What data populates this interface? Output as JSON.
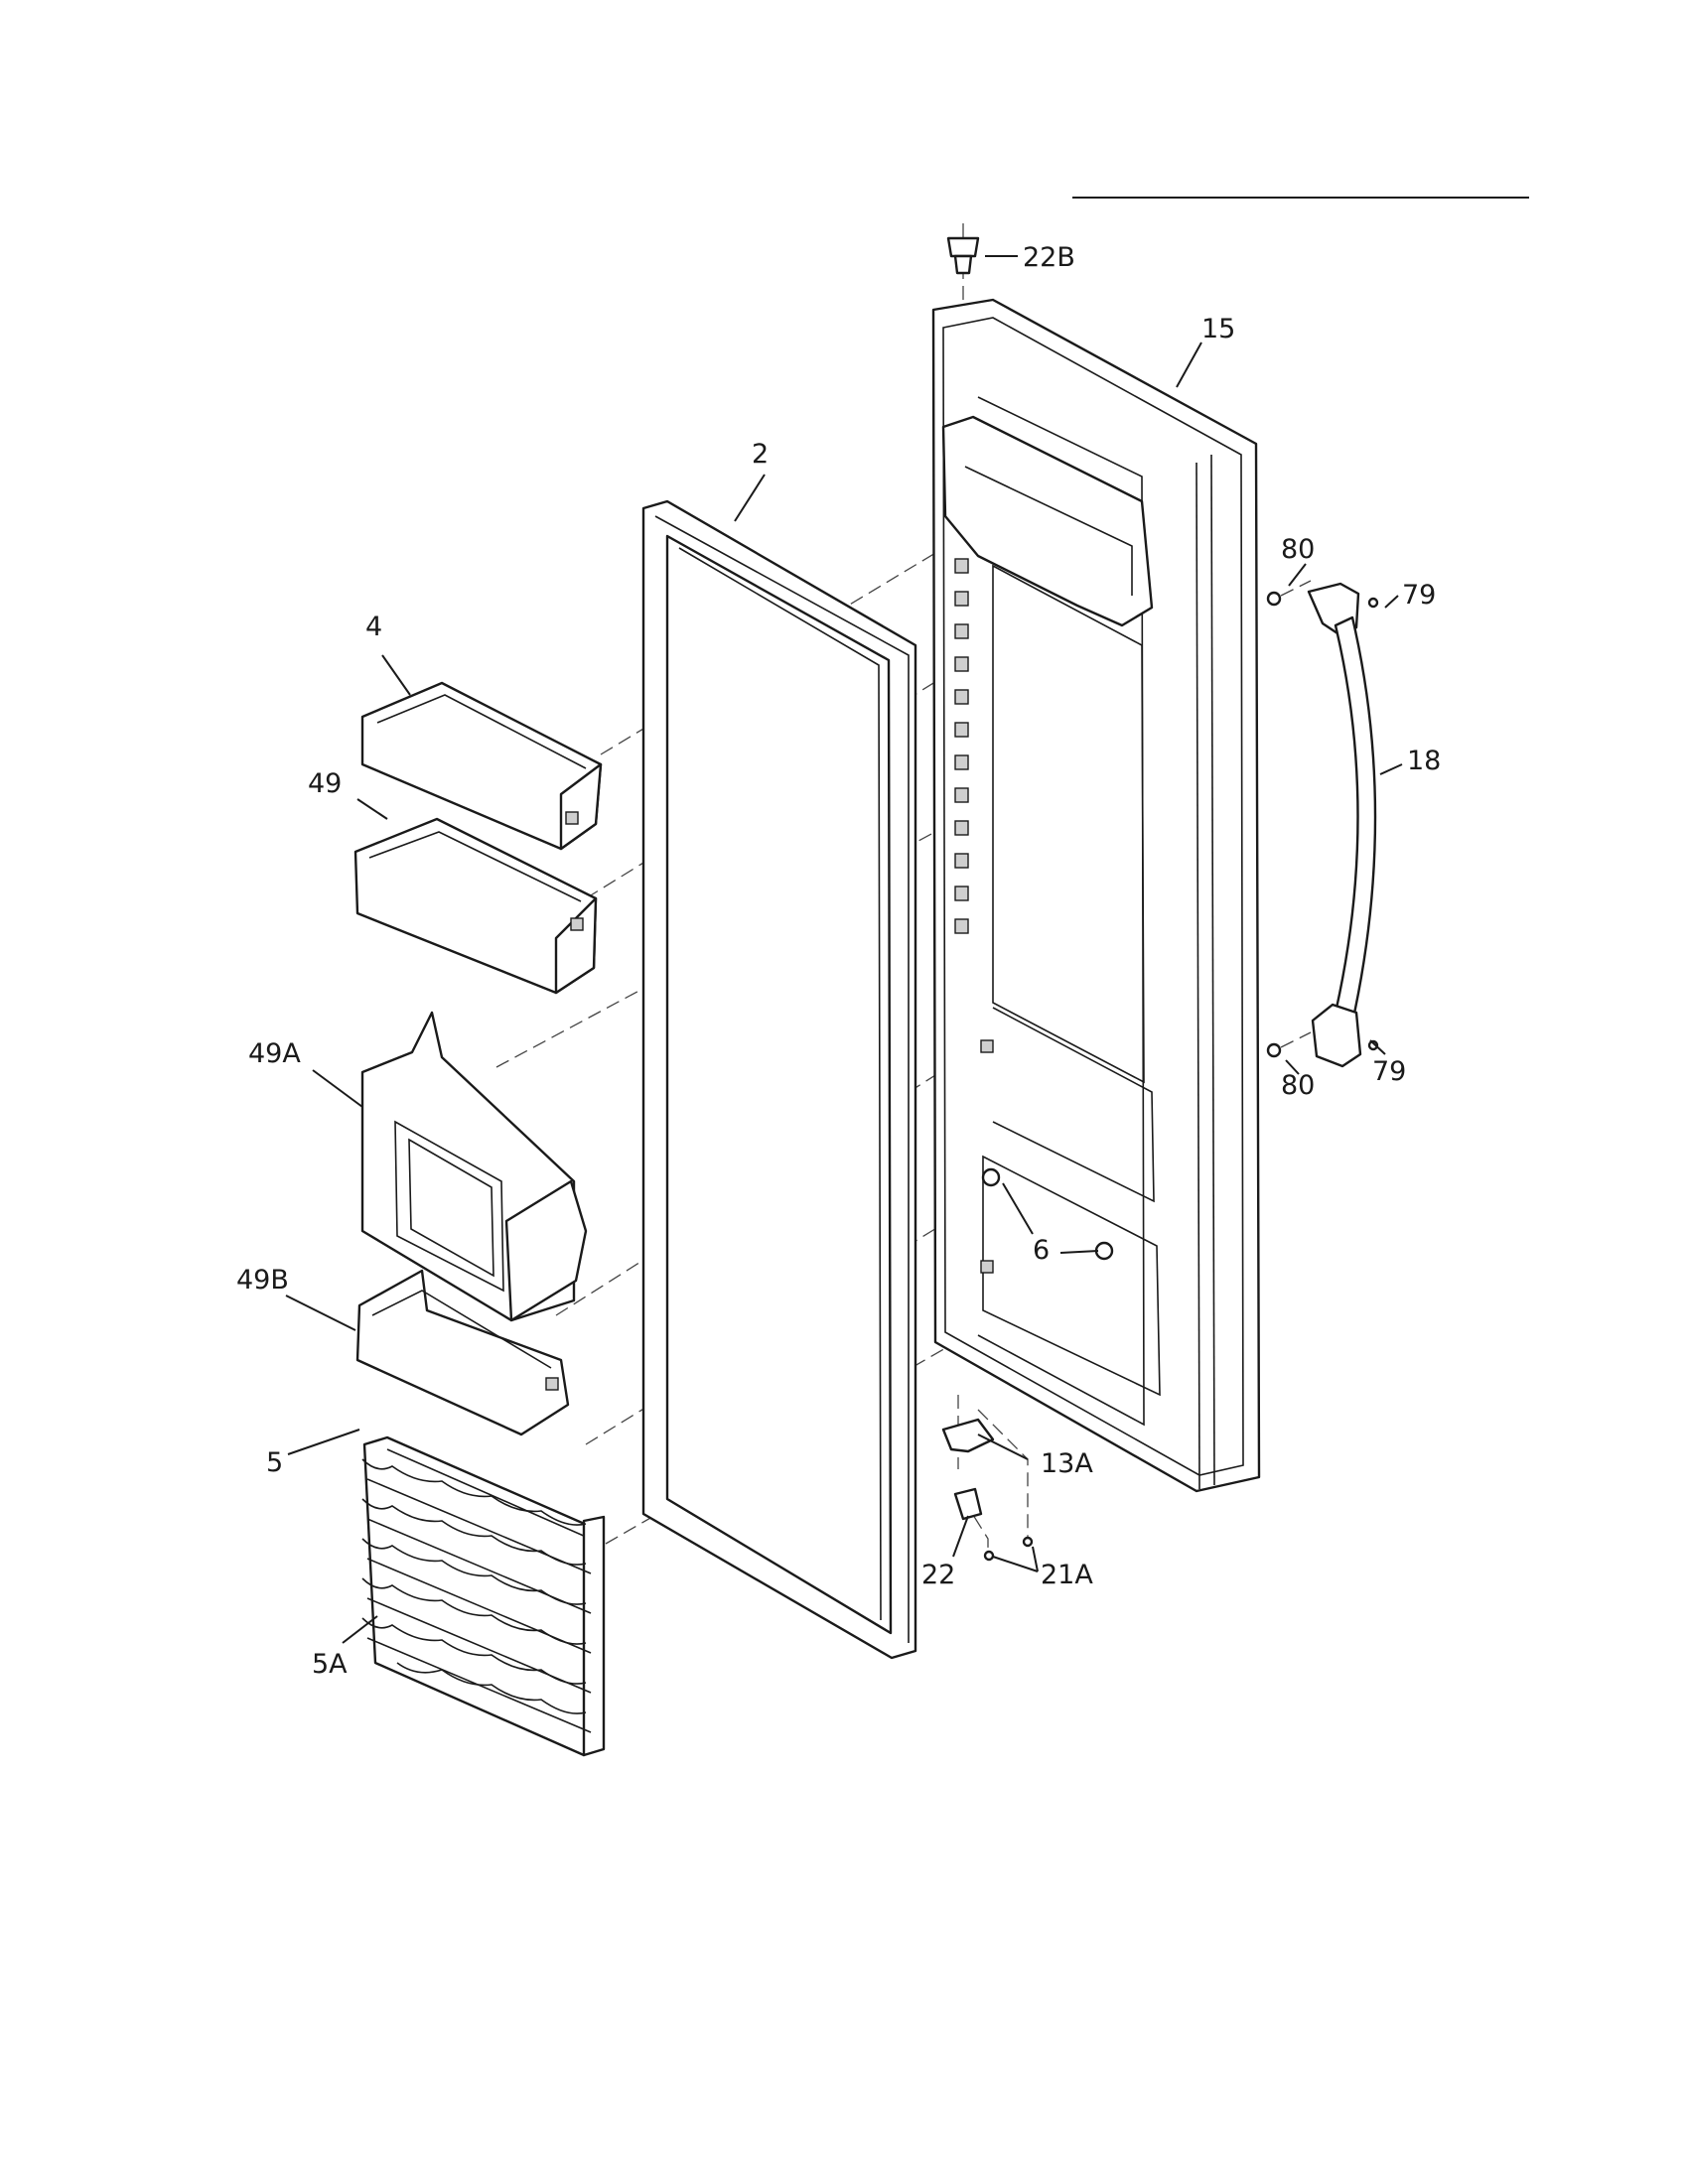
{
  "diagram": {
    "type": "exploded-parts-diagram",
    "callouts": [
      {
        "id": "c22B",
        "label": "22B"
      },
      {
        "id": "c15",
        "label": "15"
      },
      {
        "id": "c2",
        "label": "2"
      },
      {
        "id": "c4",
        "label": "4"
      },
      {
        "id": "c49",
        "label": "49"
      },
      {
        "id": "c49A",
        "label": "49A"
      },
      {
        "id": "c49B",
        "label": "49B"
      },
      {
        "id": "c5",
        "label": "5"
      },
      {
        "id": "c5A",
        "label": "5A"
      },
      {
        "id": "c80top",
        "label": "80"
      },
      {
        "id": "c79top",
        "label": "79"
      },
      {
        "id": "c18",
        "label": "18"
      },
      {
        "id": "c80bot",
        "label": "80"
      },
      {
        "id": "c79bot",
        "label": "79"
      },
      {
        "id": "c6",
        "label": "6"
      },
      {
        "id": "c13A",
        "label": "13A"
      },
      {
        "id": "c22",
        "label": "22"
      },
      {
        "id": "c21A",
        "label": "21A"
      }
    ]
  },
  "colors": {
    "line": "#1a1a1a",
    "fill": "#ffffff",
    "shade": "#cfcfcf"
  }
}
